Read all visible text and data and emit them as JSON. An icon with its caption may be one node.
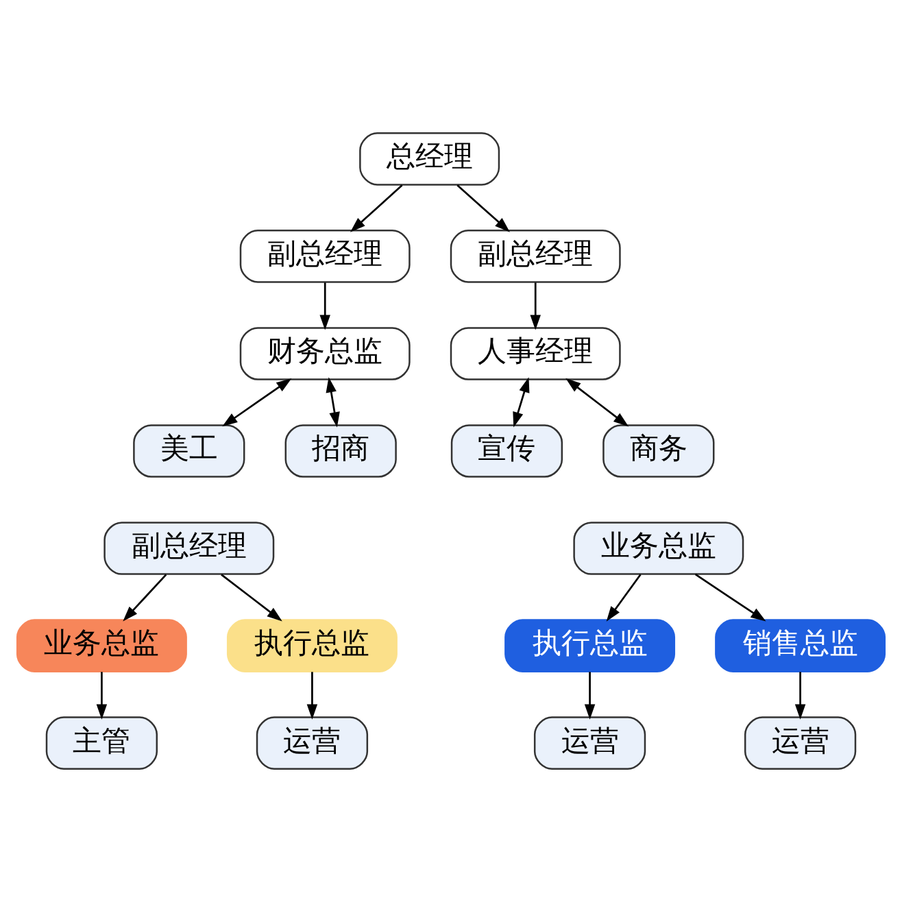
{
  "diagram": {
    "nodes": [
      {
        "text": [
          "总经理"
        ]
      },
      {
        "text": [
          "副总经理"
        ]
      },
      {
        "text": [
          "副总经理"
        ]
      },
      {
        "text": [
          "财务总监"
        ]
      },
      {
        "text": [
          "人事经理"
        ]
      },
      {
        "text": [
          "美工"
        ]
      },
      {
        "text": [
          "招商"
        ]
      },
      {
        "text": [
          "宣传"
        ]
      },
      {
        "text": [
          "商务"
        ]
      },
      {
        "text": [
          "副总经理"
        ]
      },
      {
        "text": [
          "业务总监"
        ]
      },
      {
        "text": [
          "业务总监"
        ]
      },
      {
        "text": [
          "执行总监"
        ]
      },
      {
        "text": [
          "执行总监"
        ]
      },
      {
        "text": [
          "销售总监"
        ]
      },
      {
        "text": [
          "主管"
        ]
      },
      {
        "text": [
          "运营"
        ]
      },
      {
        "text": [
          "运营"
        ]
      },
      {
        "text": [
          "运营"
        ]
      }
    ],
    "edges": [
      {
        "from": 0,
        "to": 1,
        "arrow": "to"
      },
      {
        "from": 0,
        "to": 2,
        "arrow": "to"
      },
      {
        "from": 1,
        "to": 3,
        "arrow": "to"
      },
      {
        "from": 2,
        "to": 4,
        "arrow": "to"
      },
      {
        "from": 3,
        "to": 5,
        "arrow": "both"
      },
      {
        "from": 3,
        "to": 6,
        "arrow": "both"
      },
      {
        "from": 4,
        "to": 7,
        "arrow": "both"
      },
      {
        "from": 4,
        "to": 8,
        "arrow": "both"
      },
      {
        "from": 9,
        "to": 11,
        "arrow": "to"
      },
      {
        "from": 9,
        "to": 12,
        "arrow": "to"
      },
      {
        "from": 10,
        "to": 13,
        "arrow": "to"
      },
      {
        "from": 10,
        "to": 14,
        "arrow": "to"
      },
      {
        "from": 11,
        "to": 15,
        "arrow": "to"
      },
      {
        "from": 12,
        "to": 16,
        "arrow": "to"
      },
      {
        "from": 13,
        "to": 17,
        "arrow": "to"
      },
      {
        "from": 14,
        "to": 18,
        "arrow": "to"
      }
    ]
  }
}
